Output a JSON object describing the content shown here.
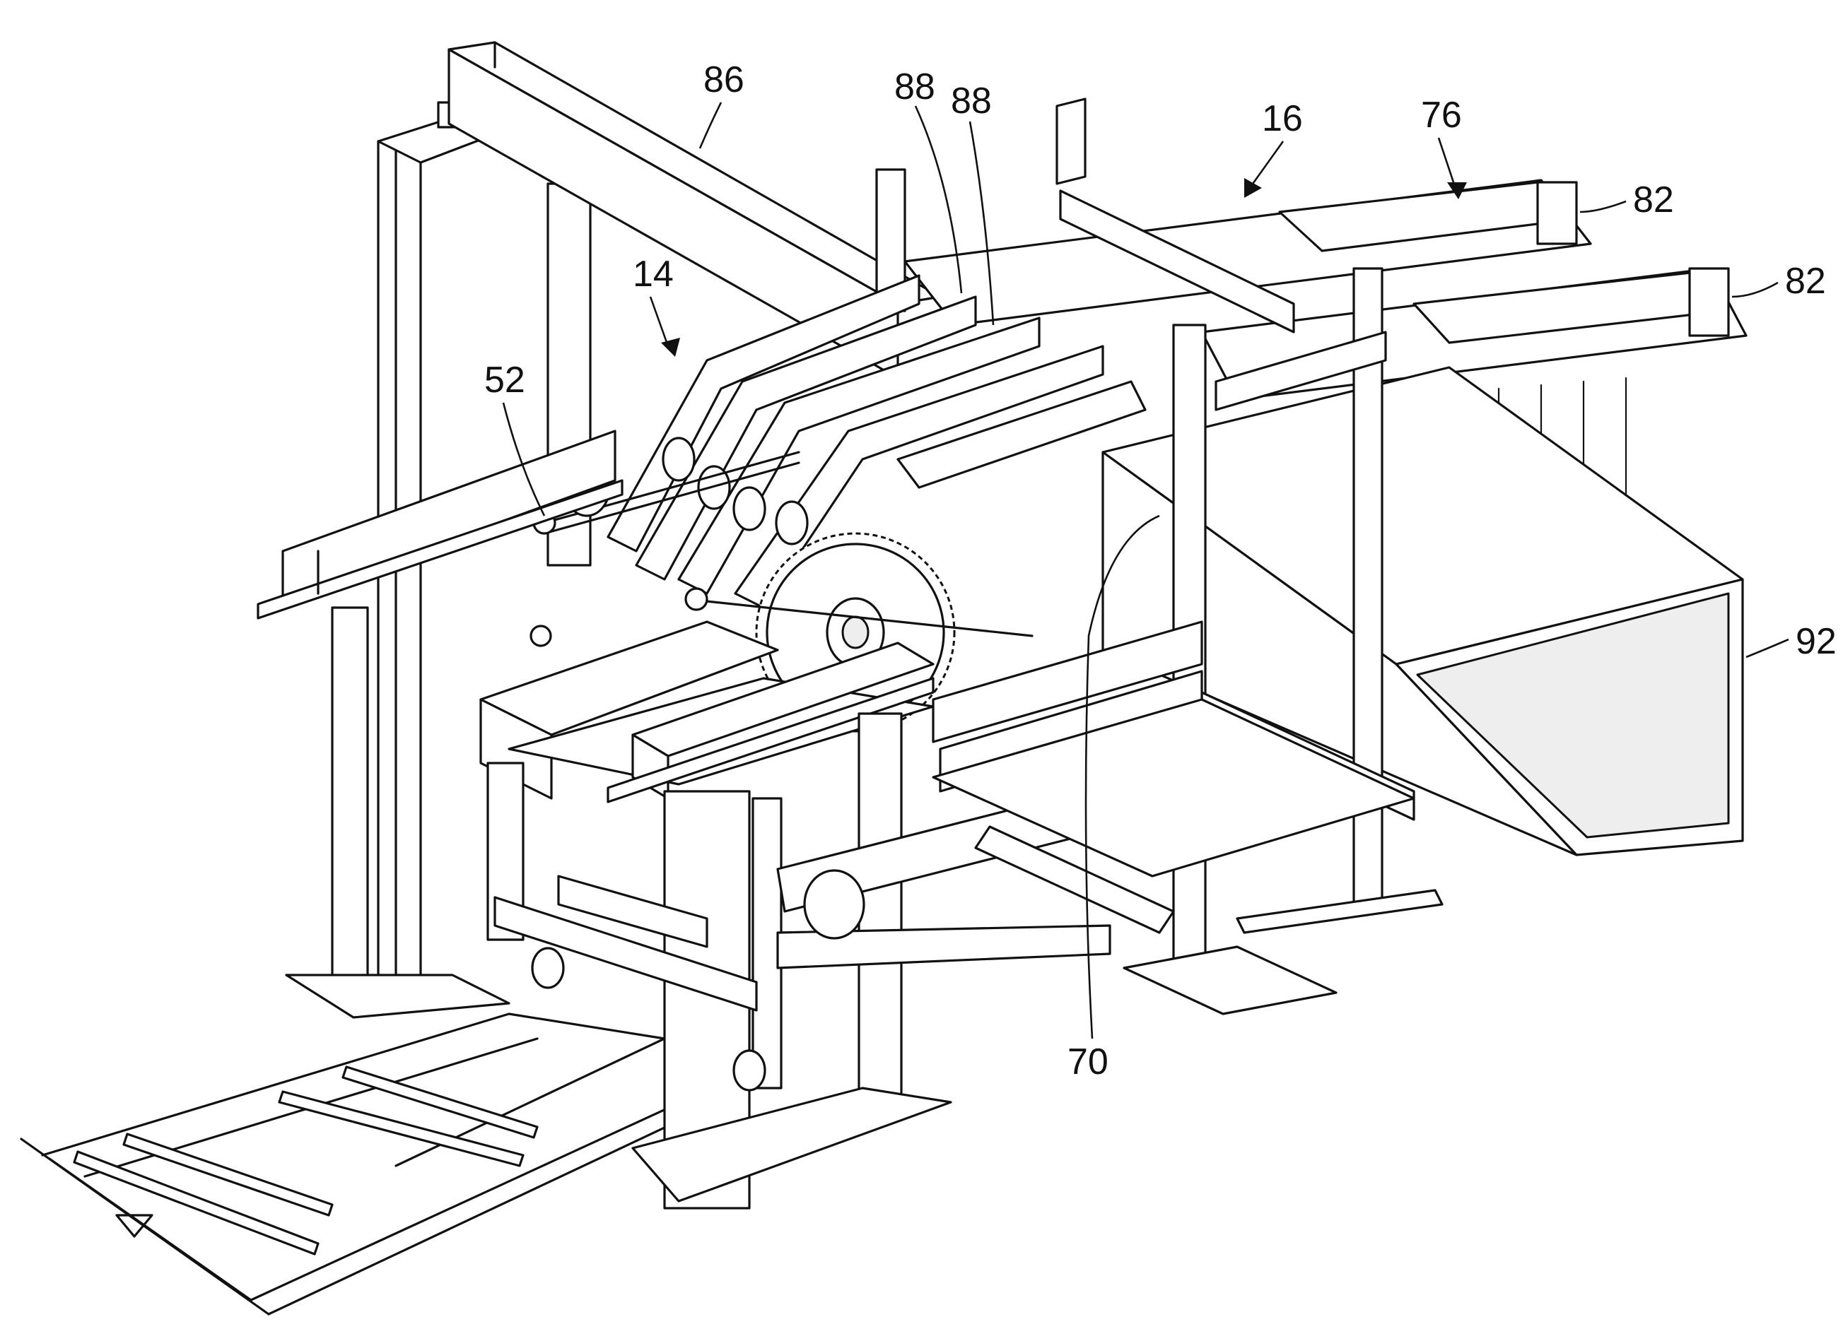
{
  "figure": {
    "labels": {
      "assembly_14": "14",
      "assembly_16": "16",
      "roller_52": "52",
      "blade_70": "70",
      "conveyor_76": "76",
      "rail_82_upper": "82",
      "rail_82_lower": "82",
      "beam_86": "86",
      "plate_88_left": "88",
      "plate_88_right": "88",
      "chute_92": "92"
    }
  }
}
